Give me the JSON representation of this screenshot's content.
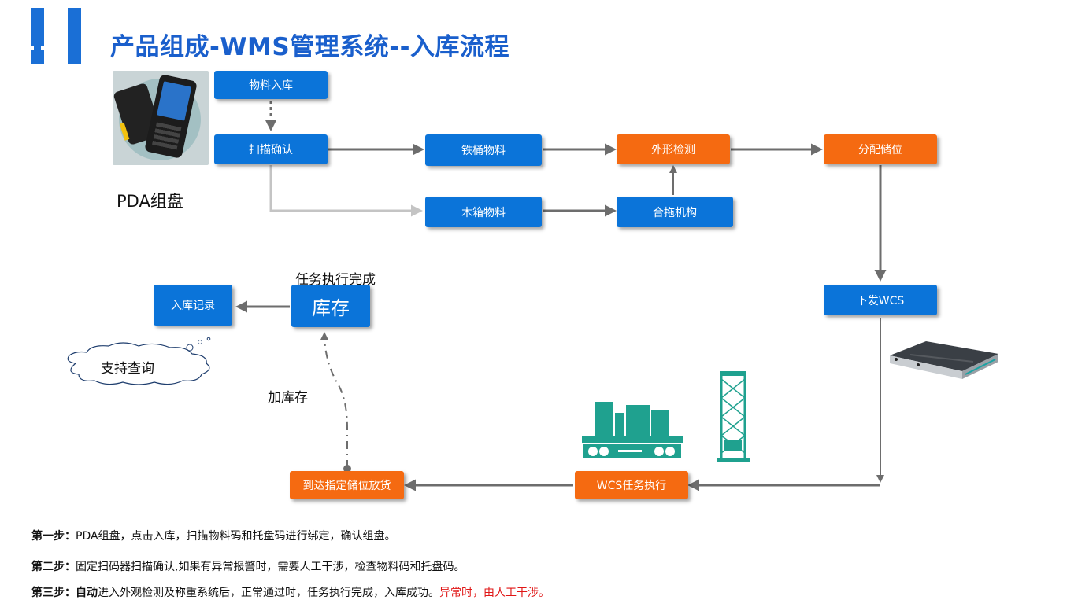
{
  "header": {
    "title": "产品组成-WMS管理系统--入库流程"
  },
  "nodes": {
    "material_in": "物料入库",
    "scan_confirm": "扫描确认",
    "iron_bucket": "铁桶物料",
    "shape_check": "外形检测",
    "assign_location": "分配储位",
    "wood_box": "木箱物料",
    "pallet_mech": "合拖机构",
    "issue_wcs": "下发WCS",
    "wcs_exec": "WCS任务执行",
    "arrive_place": "到达指定储位放货",
    "inventory": "库存",
    "inbound_record": "入库记录"
  },
  "labels": {
    "pda": "PDA组盘",
    "task_done": "任务执行完成",
    "add_stock": "加库存",
    "support_query": "支持查询"
  },
  "steps": [
    {
      "prefix": "第一步：",
      "text": "PDA组盘，点击入库，扫描物料码和托盘码进行绑定，确认组盘。"
    },
    {
      "prefix": "第二步：",
      "text": "固定扫码器扫描确认,如果有异常报警时，需要人工干涉，检查物料码和托盘码。"
    },
    {
      "prefix": "第三步：",
      "bold": "自动",
      "text": "进入外观检测及称重系统后，正常通过时，任务执行完成，入库成功。",
      "alert": "异常时，由人工干涉。"
    }
  ],
  "icons": [
    "pda-device-icon",
    "agv-robot-icon",
    "transfer-cart-icon",
    "stacker-crane-icon",
    "cloud-icon"
  ],
  "colors": {
    "blue": "#0b74d9",
    "orange": "#f56a11",
    "title": "#1a5fcc",
    "alert": "#e01616"
  }
}
